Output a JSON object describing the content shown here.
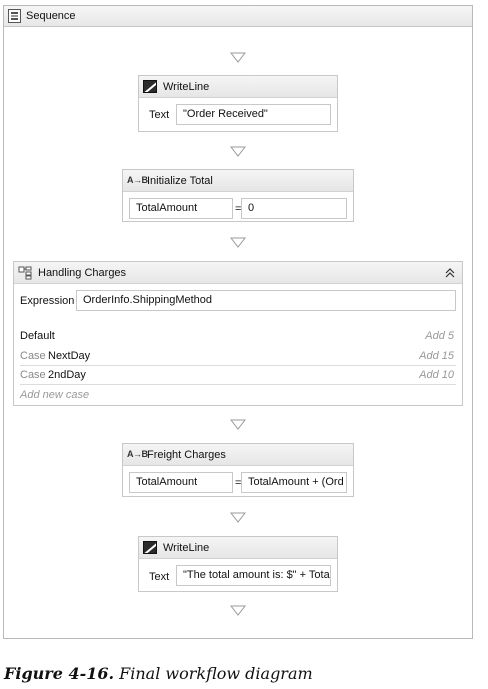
{
  "sequence": {
    "title": "Sequence"
  },
  "writeline1": {
    "title": "WriteLine",
    "text_label": "Text",
    "text_value": "\"Order Received\""
  },
  "init_total": {
    "icon_text": "A→B",
    "title": "Initialize Total",
    "to": "TotalAmount",
    "assign_op": "=",
    "value": "0"
  },
  "handling": {
    "title": "Handling Charges",
    "expression_label": "Expression",
    "expression_value": "OrderInfo.ShippingMethod",
    "default_label": "Default",
    "default_action": "Add 5",
    "cases": [
      {
        "key": "Case",
        "value": "NextDay",
        "action": "Add 15"
      },
      {
        "key": "Case",
        "value": "2ndDay",
        "action": "Add 10"
      }
    ],
    "add_new_case": "Add new case"
  },
  "freight": {
    "icon_text": "A→B",
    "title": "Freight Charges",
    "to": "TotalAmount",
    "assign_op": "=",
    "value": "TotalAmount + (Ord"
  },
  "writeline2": {
    "title": "WriteLine",
    "text_label": "Text",
    "text_value": "\"The total amount is: $\" + Tota"
  },
  "caption": {
    "label": "Figure 4-16.",
    "text": "Final workflow diagram"
  }
}
